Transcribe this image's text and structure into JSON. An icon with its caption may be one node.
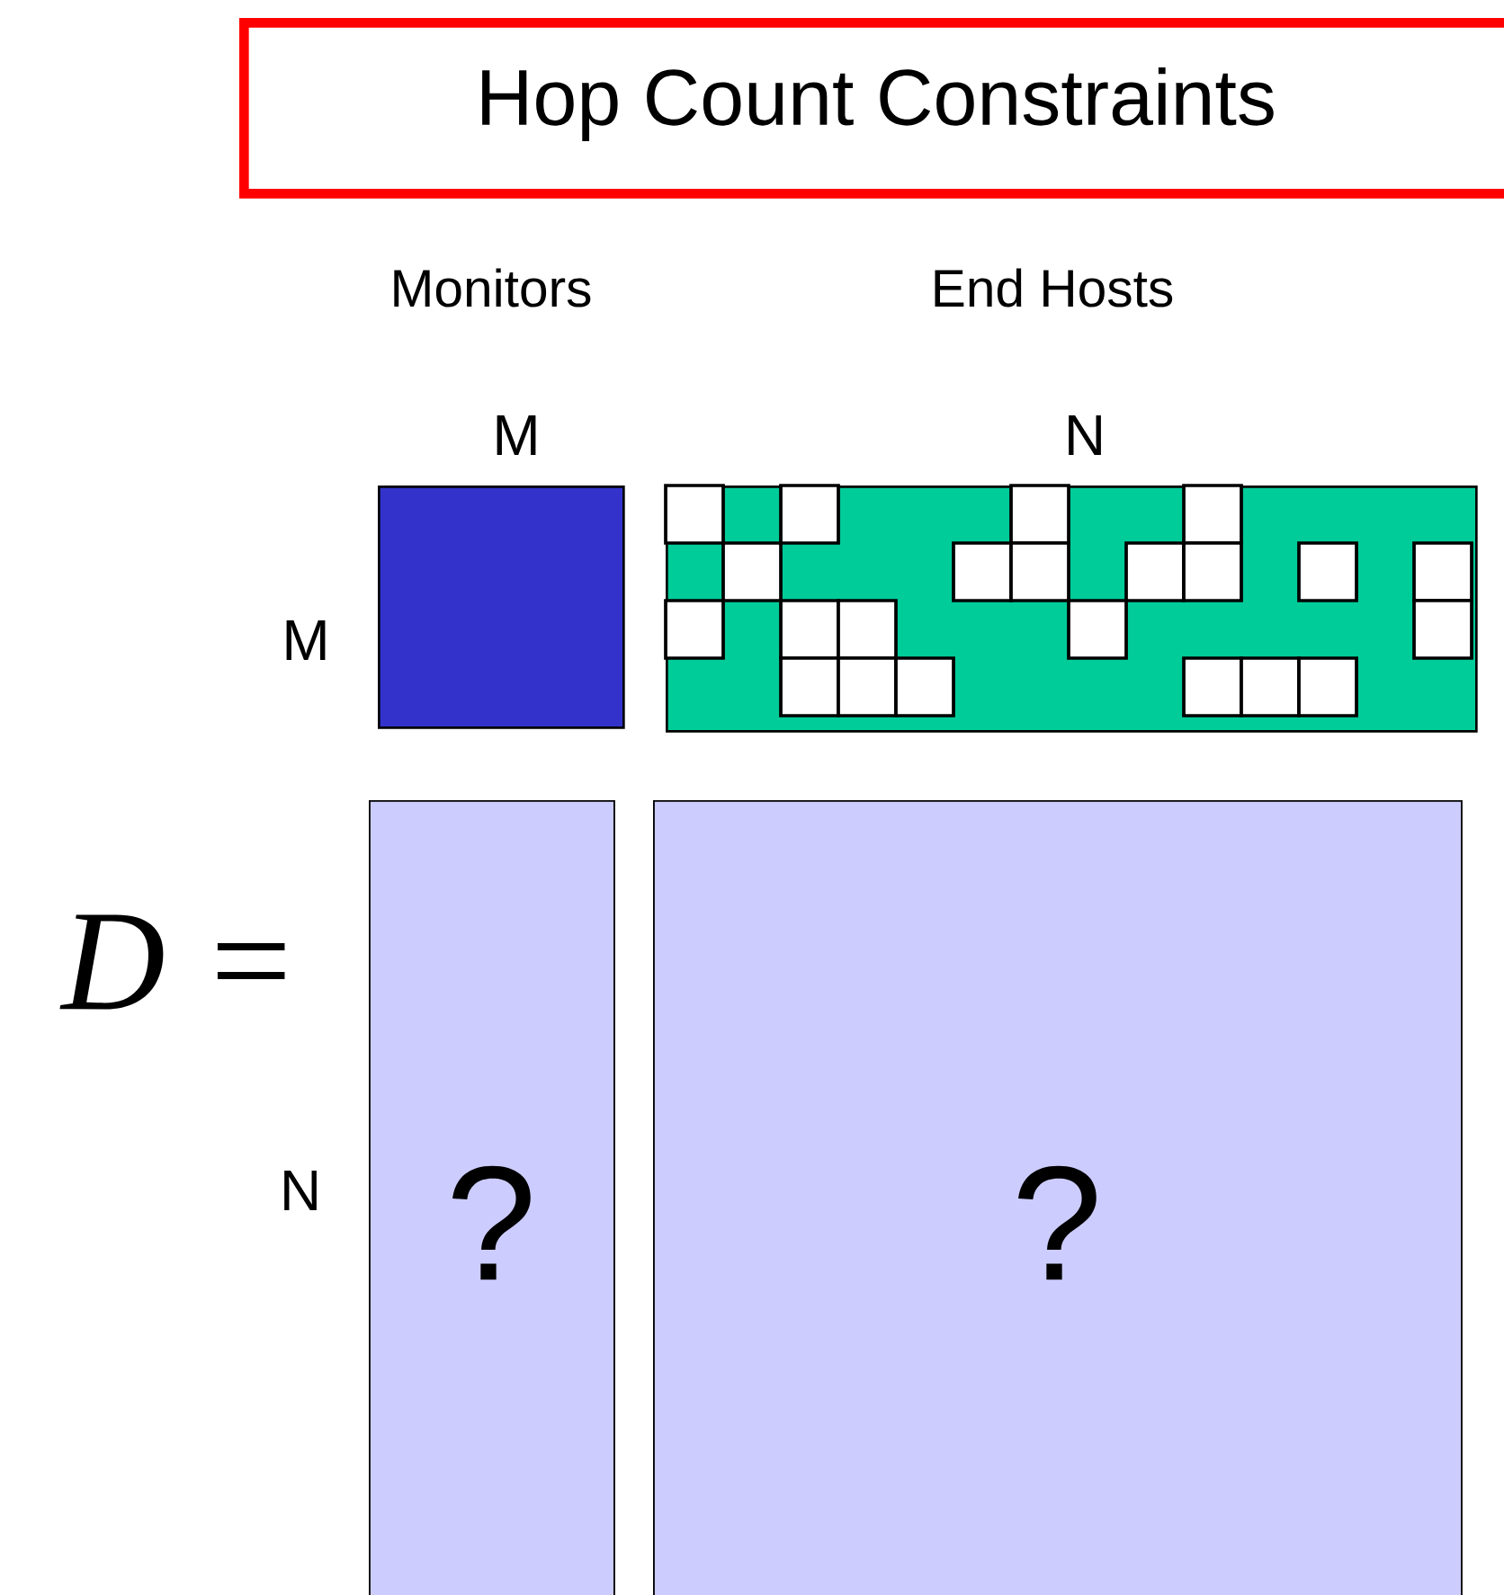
{
  "diagram": {
    "nodes": [
      {
        "text": [
          "Hop Count Constraints"
        ]
      },
      {
        "text": [],
        "shape": "box"
      },
      {
        "text": [],
        "shape": "box"
      },
      {
        "text": [
          "?"
        ]
      },
      {
        "text": [
          "?"
        ]
      }
    ],
    "labels": [
      "Monitors",
      "End Hosts",
      "M",
      "N",
      "M",
      "D =",
      "N"
    ]
  }
}
